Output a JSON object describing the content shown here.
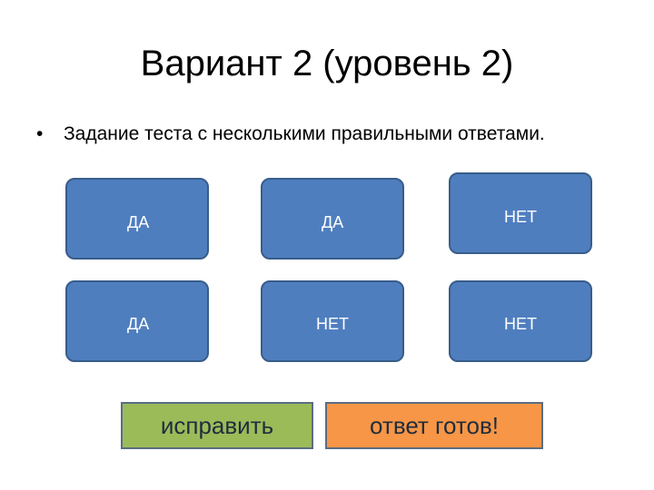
{
  "slide": {
    "title": "Вариант 2 (уровень 2)",
    "bullet": "•",
    "task_text": "Задание теста с несколькими правильными ответами."
  },
  "answers": [
    {
      "label": "ДА"
    },
    {
      "label": "ДА"
    },
    {
      "label": "НЕТ"
    },
    {
      "label": "ДА"
    },
    {
      "label": "НЕТ"
    },
    {
      "label": "НЕТ"
    }
  ],
  "buttons": {
    "fix_label": "исправить",
    "ready_label": "ответ готов!"
  },
  "colors": {
    "tile": "#4f7ebf",
    "tile_border": "#385d8a",
    "fix_button": "#9bbb59",
    "ready_button": "#f79646"
  }
}
